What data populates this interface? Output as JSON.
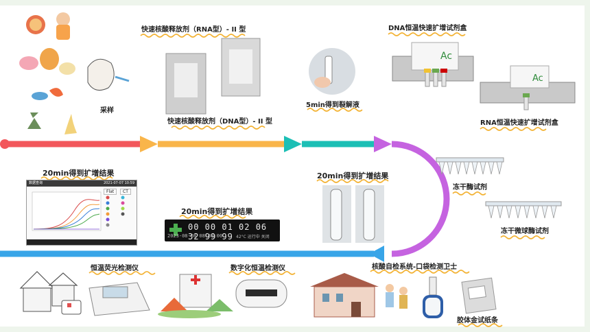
{
  "labels": {
    "rna_release_agent": "快速核酸释放剂（RNA型）- II 型",
    "dna_release_agent": "快速核酸释放剂（DNA型）- II 型",
    "sampling": "采样",
    "lysate_5min": "5min得到裂解液",
    "dna_kit": "DNA恒温快速扩增试剂盒",
    "rna_kit": "RNA恒温快速扩增试剂盒",
    "lyophilized_enzyme": "冻干酶试剂",
    "lyophilized_microsphere": "冻干微球酶试剂",
    "result_20min_a": "20min得到扩增结果",
    "result_20min_b": "20min得到扩增结果",
    "result_20min_c": "20min得到扩增结果",
    "fluorescence_instrument": "恒温荧光检测仪",
    "digital_instrument": "数字化恒温检测仪",
    "pocket_guard": "核酸自检系统-口袋检测卫士",
    "gold_strip": "胶体金试纸条"
  },
  "screen": {
    "title": "数据查询",
    "datetime": "2021-07-07 10:59",
    "tab1": "Flat",
    "tab2": "CT"
  },
  "led": {
    "digits": "00 00 01 02 06 32 99 99",
    "datetime": "2023-08-08 08:30:00",
    "status": "42°C  运行中  关闭"
  },
  "colors": {
    "seg_red": "#f2575b",
    "seg_orange": "#f9b54a",
    "seg_teal": "#1cbfb5",
    "seg_purple": "#c563e0",
    "seg_blue": "#38a5e8",
    "underline": "#f3b233"
  }
}
